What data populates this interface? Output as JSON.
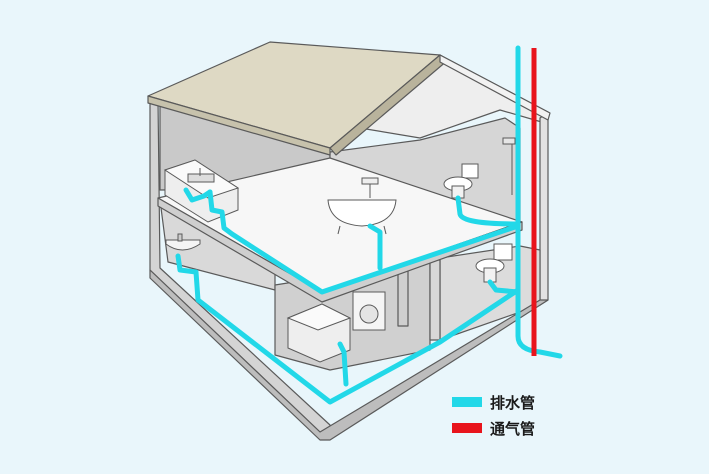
{
  "colors": {
    "background": "#e9f6fb",
    "drain_pipe": "#22d8e8",
    "vent_pipe": "#e8141c",
    "roof": "#ded9c4",
    "wall_grey": "#c8c8c8",
    "floor_white": "#f7f7f7",
    "outline": "#5a5a5a"
  },
  "legend": {
    "drain": {
      "label": "排水管",
      "color": "#22d8e8"
    },
    "vent": {
      "label": "通气管",
      "color": "#e8141c"
    }
  },
  "fixtures": [
    "kitchen-sink",
    "wash-basin",
    "bathtub",
    "shower",
    "toilet-upper",
    "toilet-lower",
    "washing-machine",
    "laundry-cabinet"
  ]
}
